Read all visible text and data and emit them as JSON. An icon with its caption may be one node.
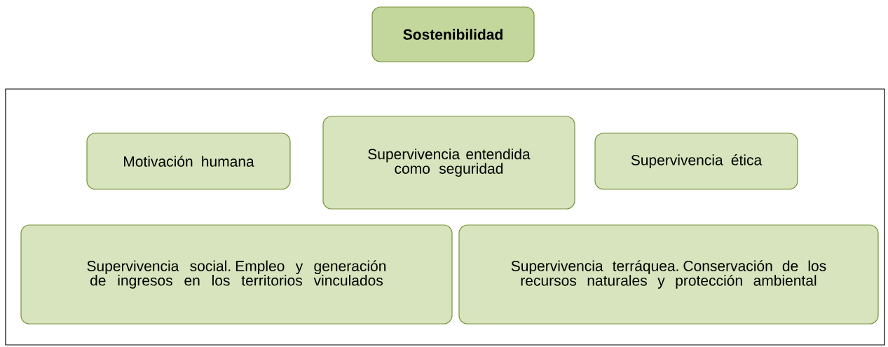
{
  "diagram": {
    "nodes": [
      {
        "text": [
          "Sostenibilidad"
        ]
      },
      {
        "text": [],
        "shape": "box"
      },
      {
        "text": [
          "Motivación humana"
        ],
        "in": 1
      },
      {
        "text": [
          "Supervivencia entendida como seguridad"
        ],
        "in": 1
      },
      {
        "text": [
          "Supervivencia ética"
        ],
        "in": 1
      },
      {
        "text": [
          "Supervivencia social. Empleo y generación de ingresos en los territorios vinculados"
        ],
        "in": 1
      },
      {
        "text": [
          "Supervivencia terráquea. Conservación de los recursos naturales y protección ambiental"
        ],
        "in": 1
      }
    ]
  }
}
